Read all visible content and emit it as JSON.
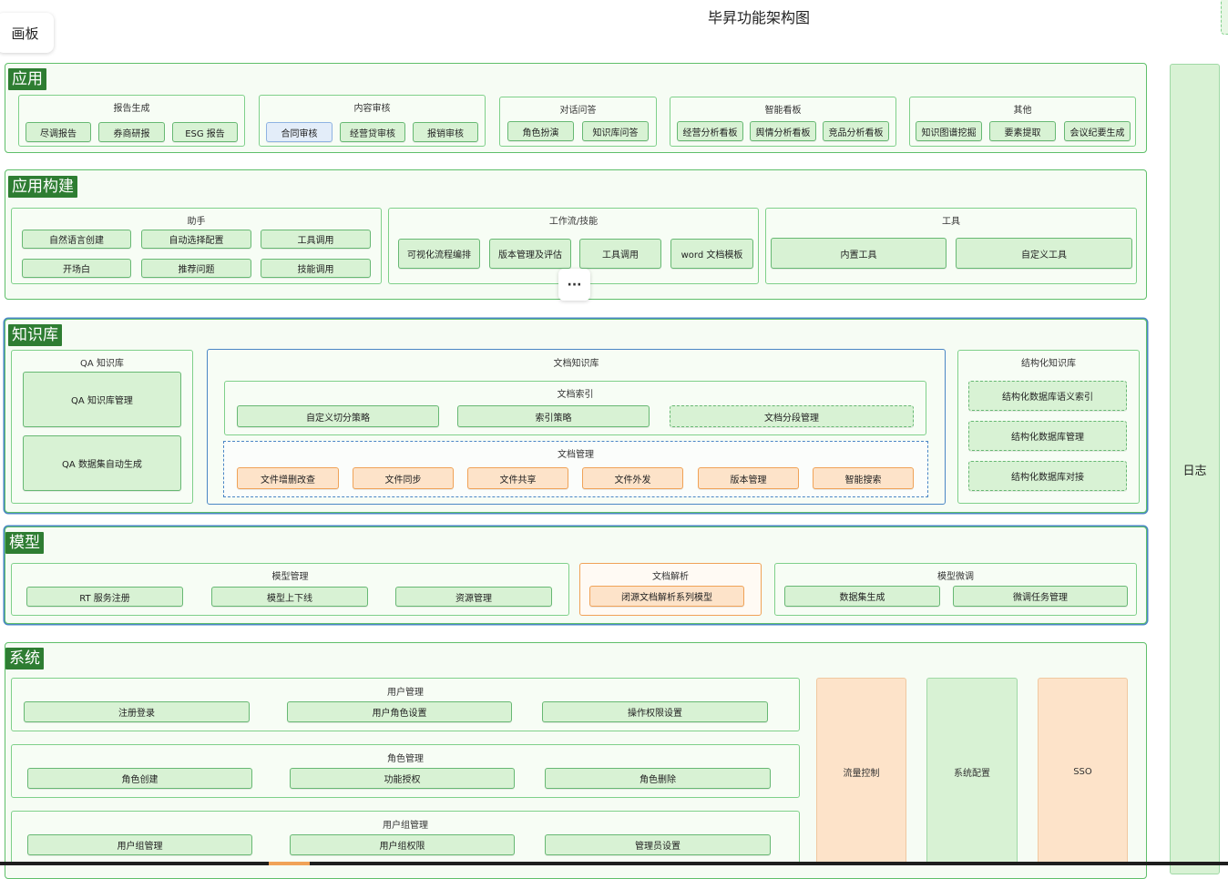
{
  "canvas_button": "画板",
  "page_title": "毕昇功能架构图",
  "log_label": "日志",
  "more_icon": "···",
  "app": {
    "title": "应用",
    "groups": [
      {
        "title": "报告生成",
        "items": [
          "尽调报告",
          "券商研报",
          "ESG 报告"
        ]
      },
      {
        "title": "内容审核",
        "items": [
          "合同审核",
          "经营贷审核",
          "报销审核"
        ]
      },
      {
        "title": "对话问答",
        "items": [
          "角色扮演",
          "知识库问答"
        ]
      },
      {
        "title": "智能看板",
        "items": [
          "经营分析看板",
          "舆情分析看板",
          "竞品分析看板"
        ]
      },
      {
        "title": "其他",
        "items": [
          "知识图谱挖掘",
          "要素提取",
          "会议纪要生成"
        ]
      }
    ]
  },
  "build": {
    "title": "应用构建",
    "assistant": {
      "title": "助手",
      "items": [
        "自然语言创建",
        "自动选择配置",
        "工具调用",
        "开场白",
        "推荐问题",
        "技能调用"
      ]
    },
    "workflow": {
      "title": "工作流/技能",
      "items": [
        "可视化流程编排",
        "版本管理及评估",
        "工具调用",
        "word 文档模板"
      ]
    },
    "tools": {
      "title": "工具",
      "items": [
        "内置工具",
        "自定义工具"
      ]
    }
  },
  "kb": {
    "title": "知识库",
    "qa": {
      "title": "QA 知识库",
      "items": [
        "QA 知识库管理",
        "QA 数据集自动生成"
      ]
    },
    "doc": {
      "title": "文档知识库",
      "index": {
        "title": "文档索引",
        "items": [
          "自定义切分策略",
          "索引策略",
          "文档分段管理"
        ]
      },
      "manage": {
        "title": "文档管理",
        "items": [
          "文件增删改查",
          "文件同步",
          "文件共享",
          "文件外发",
          "版本管理",
          "智能搜索"
        ]
      }
    },
    "struct": {
      "title": "结构化知识库",
      "items": [
        "结构化数据库语义索引",
        "结构化数据库管理",
        "结构化数据库对接"
      ]
    }
  },
  "model": {
    "title": "模型",
    "manage": {
      "title": "模型管理",
      "items": [
        "RT 服务注册",
        "模型上下线",
        "资源管理"
      ]
    },
    "parse": {
      "title": "文档解析",
      "items": [
        "闭源文档解析系列模型"
      ]
    },
    "finetune": {
      "title": "模型微调",
      "items": [
        "数据集生成",
        "微调任务管理"
      ]
    }
  },
  "system": {
    "title": "系统",
    "user": {
      "title": "用户管理",
      "items": [
        "注册登录",
        "用户角色设置",
        "操作权限设置"
      ]
    },
    "role": {
      "title": "角色管理",
      "items": [
        "角色创建",
        "功能授权",
        "角色删除"
      ]
    },
    "group": {
      "title": "用户组管理",
      "items": [
        "用户组管理",
        "用户组权限",
        "管理员设置"
      ]
    },
    "side": [
      "流量控制",
      "系统配置",
      "SSO"
    ]
  }
}
